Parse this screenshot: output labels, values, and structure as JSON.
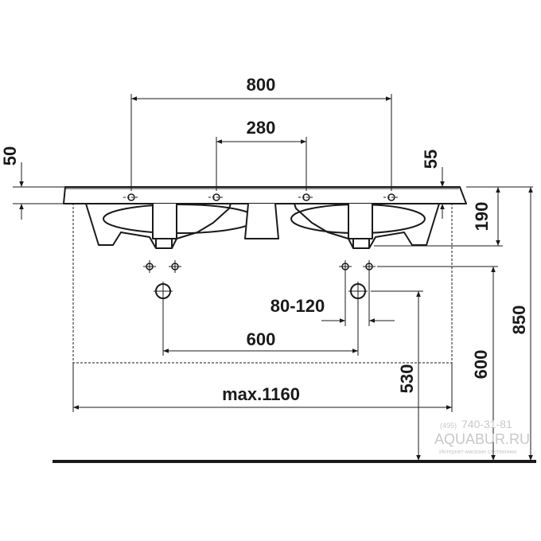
{
  "dimensions": {
    "width_800": "800",
    "width_280": "280",
    "height_50": "50",
    "height_55": "55",
    "height_190": "190",
    "height_850": "850",
    "range_80_120": "80-120",
    "width_600": "600",
    "height_600": "600",
    "height_530": "530",
    "max_width": "max.1160"
  },
  "watermark": {
    "phone_prefix": "(495)",
    "phone_number": "740-31-81",
    "site": "AQUABUR.RU",
    "tagline": "Интернет-магазин сантехники"
  },
  "colors": {
    "line": "#1a1a1a",
    "watermark": "#c8c8c8"
  }
}
